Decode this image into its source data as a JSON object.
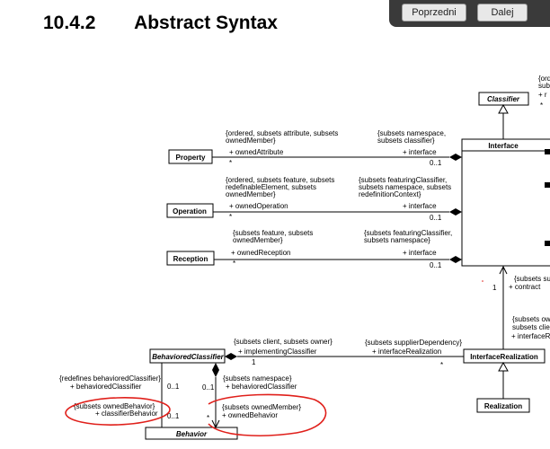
{
  "section": {
    "number": "10.4.2",
    "title": "Abstract Syntax"
  },
  "nav": {
    "prev_label": "Poprzedni",
    "next_label": "Dalej"
  },
  "classes": {
    "classifier": "Classifier",
    "interface": "Interface",
    "property": "Property",
    "operation": "Operation",
    "reception": "Reception",
    "behaviored_classifier": "BehavioredClassifier",
    "behavior": "Behavior",
    "interface_realization": "InterfaceRealization",
    "realization": "Realization"
  },
  "assoc": {
    "prop_l1": "{ordered, subsets attribute, subsets",
    "prop_l2": "ownedMember}",
    "prop_role": "+ ownedAttribute",
    "prop_mult": "*",
    "prop_r1": "{subsets namespace,",
    "prop_r2": "subsets classifier}",
    "prop_rrole": "+ interface",
    "prop_rmult": "0..1",
    "op_l1": "{ordered, subsets feature, subsets",
    "op_l2": "redefinableElement, subsets",
    "op_l3": "ownedMember}",
    "op_role": "+ ownedOperation",
    "op_mult": "*",
    "op_r1": "{subsets featuringClassifier,",
    "op_r2": "subsets namespace, subsets",
    "op_r3": "redefinitionContext}",
    "op_rrole": "+ interface",
    "op_rmult": "0..1",
    "rec_l1": "{subsets feature, subsets",
    "rec_l2": "ownedMember}",
    "rec_role": "+ ownedReception",
    "rec_mult": "*",
    "rec_r1": "{subsets featuringClassifier,",
    "rec_r2": "subsets namespace}",
    "rec_rrole": "+ interface",
    "rec_rmult": "0..1",
    "ic_top1": "{ord",
    "ic_top2": "subs",
    "ic_top3": "+ r",
    "ic_top4": "*",
    "contract_l1": "{subsets su",
    "contract_role": "+ contract",
    "contract_mult": "1",
    "ir_r1": "{subsets ow",
    "ir_r2": "subsets clie",
    "ir_r3": "+ interfaceR",
    "bc_client": "{subsets client, subsets owner}",
    "bc_role": "+ implementingClassifier",
    "bc_mult": "1",
    "ir_dep": "{subsets supplierDependency}",
    "ir_role": "+ interfaceRealization",
    "ir_mult": "*",
    "redef1": "{redefines behavioredClassifier}",
    "redef2": "+ behavioredClassifier",
    "redef_mult": "0..1",
    "cb1": "{subsets ownedBehavior}",
    "cb2": "+ classifierBehavior",
    "cb_mult": "0..1",
    "ns1": "{subsets namespace}",
    "ns2": "+ behavioredClassifier",
    "ns_mult": "0..1",
    "ob1": "{subsets ownedMember}",
    "ob2": "+ ownedBehavior",
    "ob_mult": "*"
  },
  "colors": {
    "annotation": "#e0201b",
    "navbar": "#3a3a3a"
  }
}
